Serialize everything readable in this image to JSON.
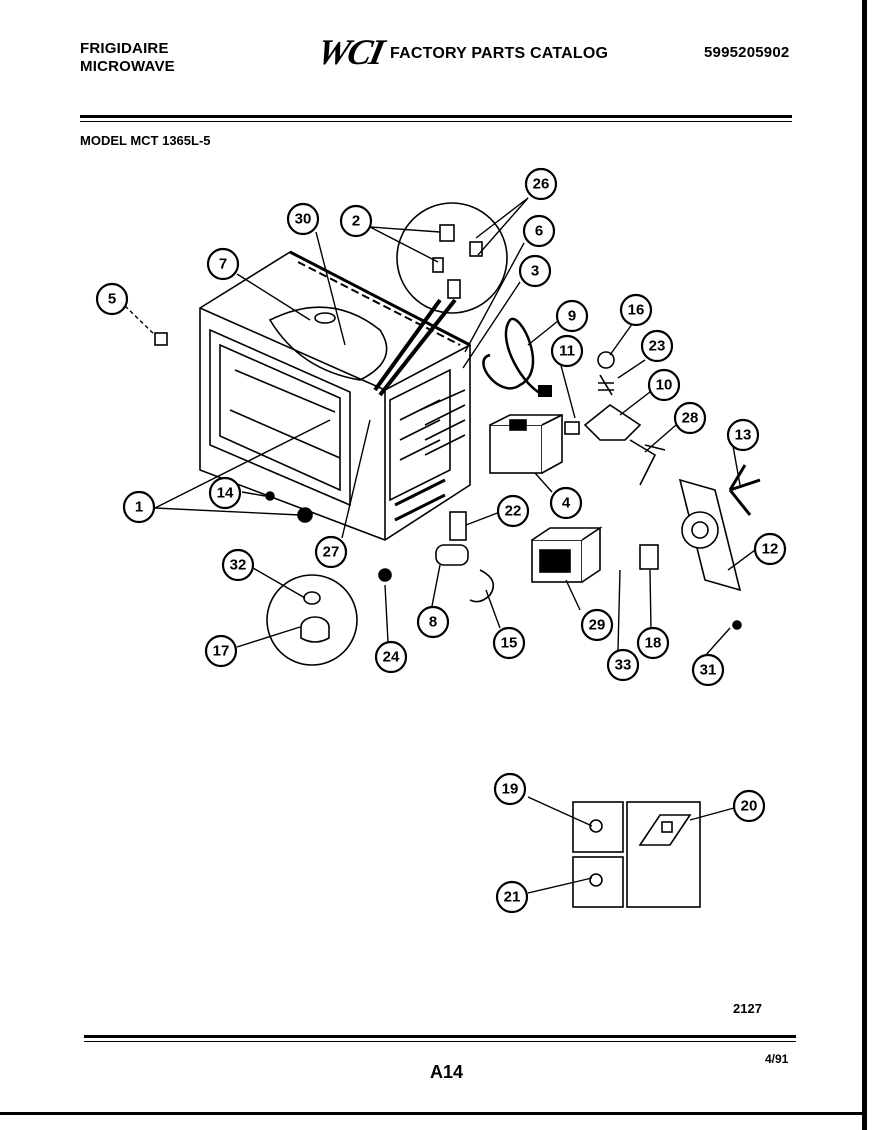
{
  "header": {
    "brand_line1": "FRIGIDAIRE",
    "brand_line2": "MICROWAVE",
    "logo": "WCI",
    "catalog_title": "FACTORY PARTS CATALOG",
    "catalog_number": "5995205902"
  },
  "model": "MODEL MCT 1365L-5",
  "callouts": [
    "1",
    "2",
    "3",
    "4",
    "5",
    "6",
    "7",
    "8",
    "9",
    "10",
    "11",
    "12",
    "13",
    "14",
    "15",
    "16",
    "17",
    "18",
    "19",
    "20",
    "21",
    "22",
    "23",
    "24",
    "26",
    "27",
    "28",
    "29",
    "30",
    "31",
    "32",
    "33"
  ],
  "footer": {
    "code": "2127",
    "page": "A14",
    "date": "4/91"
  }
}
